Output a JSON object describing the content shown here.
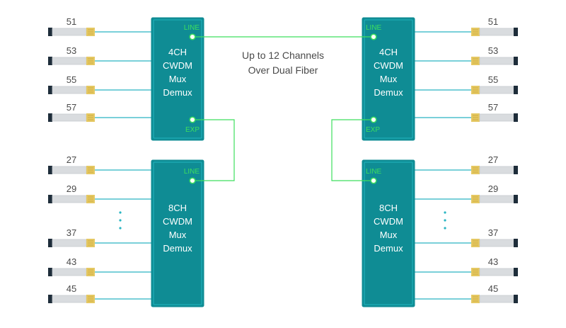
{
  "caption": {
    "line1": "Up to 12 Channels",
    "line2": "Over Dual Fiber"
  },
  "colors": {
    "module_fill": "#0f8c94",
    "module_border": "#20b6bf",
    "module_text": "#ffffff",
    "port_label": "#3ddf5e",
    "green_link": "#3ddf5e",
    "fiber": "#2ab5c2",
    "channel_label": "#4a4a4a",
    "caption_text": "#4a4a4a",
    "sfp_body": "#d9dcdf",
    "sfp_dark": "#1e2d3a",
    "sfp_gold": "#e5c862"
  },
  "modules": [
    {
      "id": "left-4ch",
      "lines": [
        "4CH",
        "CWDM",
        "Mux",
        "Demux"
      ],
      "ports": [
        {
          "label": "LINE"
        },
        {
          "label": "EXP"
        }
      ]
    },
    {
      "id": "left-8ch",
      "lines": [
        "8CH",
        "CWDM",
        "Mux",
        "Demux"
      ],
      "ports": [
        {
          "label": "LINE"
        }
      ]
    },
    {
      "id": "right-4ch",
      "lines": [
        "4CH",
        "CWDM",
        "Mux",
        "Demux"
      ],
      "ports": [
        {
          "label": "LINE"
        },
        {
          "label": "EXP"
        }
      ]
    },
    {
      "id": "right-8ch",
      "lines": [
        "8CH",
        "CWDM",
        "Mux",
        "Demux"
      ],
      "ports": [
        {
          "label": "LINE"
        }
      ]
    }
  ],
  "channels": {
    "upper": [
      "51",
      "53",
      "55",
      "57"
    ],
    "lower": [
      "27",
      "29",
      "37",
      "43",
      "45"
    ]
  },
  "ellipsis_icon": "vertical-ellipsis"
}
